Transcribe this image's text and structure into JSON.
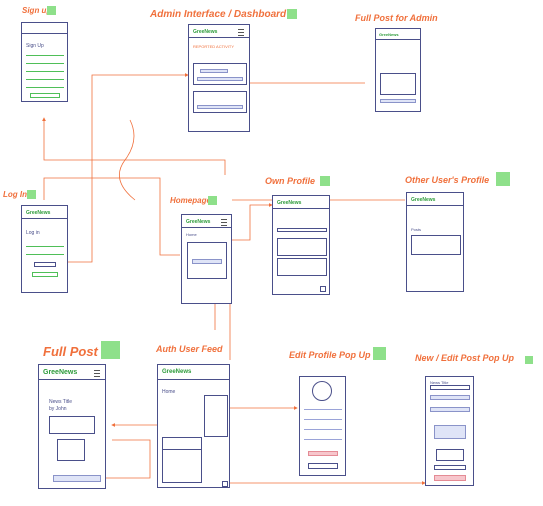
{
  "screens": {
    "signup": {
      "title": "Sign up",
      "heading": "Sign Up"
    },
    "admin": {
      "title": "Admin Interface / Dashboard",
      "brand": "GreeNews",
      "section": "REPORTED ACTIVITY"
    },
    "admin_full_post": {
      "title": "Full Post for Admin",
      "brand": "GreeNews"
    },
    "login": {
      "title": "Log In",
      "heading": "Log in",
      "brand": "GreeNews"
    },
    "homepage": {
      "title": "Homepage",
      "brand": "GreeNews",
      "tab": "Home"
    },
    "own_profile": {
      "title": "Own Profile",
      "brand": "GreeNews"
    },
    "other_profile": {
      "title": "Other User's Profile",
      "brand": "GreeNews",
      "tab": "Posts"
    },
    "full_post": {
      "title": "Full Post",
      "brand": "GreeNews",
      "post_title": "News Title",
      "post_by": "by John"
    },
    "auth_feed": {
      "title": "Auth User Feed",
      "brand": "GreeNews",
      "tab": "Home"
    },
    "edit_profile": {
      "title": "Edit Profile Pop Up"
    },
    "new_post": {
      "title": "New / Edit Post Pop Up",
      "field": "News Title"
    }
  },
  "colors": {
    "annotation": "#f0703c",
    "sticky_note": "#8ee08a",
    "brand": "#2d9b3a",
    "wireframe_stroke": "#4a4f8a",
    "highlight_fill": "#dfe4f7",
    "arrow": "#f0703c"
  }
}
